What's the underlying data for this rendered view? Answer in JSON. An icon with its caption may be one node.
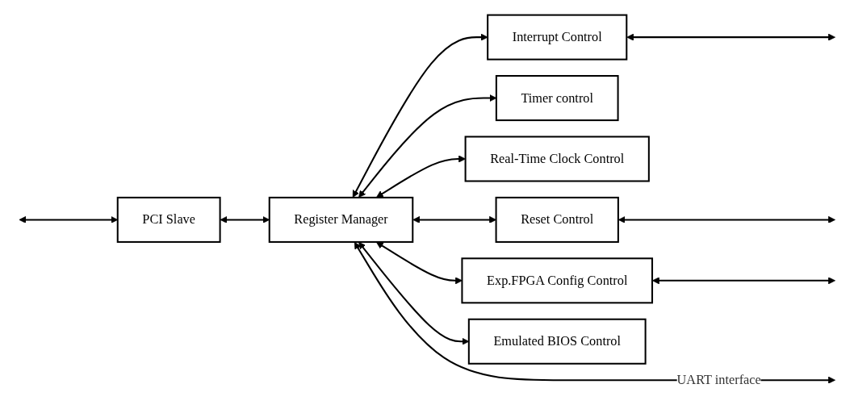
{
  "diagram": {
    "nodes": [
      {
        "text": [
          "PCI Slave"
        ]
      },
      {
        "text": [
          "Register Manager"
        ]
      },
      {
        "text": [
          "Interrupt Control"
        ]
      },
      {
        "text": [
          "Timer control"
        ]
      },
      {
        "text": [
          "Real-Time Clock Control"
        ]
      },
      {
        "text": [
          "Reset Control"
        ]
      },
      {
        "text": [
          "Exp.FPGA Config Control"
        ]
      },
      {
        "text": [
          "Emulated BIOS Control"
        ]
      }
    ],
    "edges": [
      {
        "from": null,
        "to": 0,
        "arrow": "both"
      },
      {
        "from": 0,
        "to": 1,
        "arrow": "both"
      },
      {
        "from": 1,
        "to": 2,
        "arrow": "both"
      },
      {
        "from": 1,
        "to": 3,
        "arrow": "both"
      },
      {
        "from": 1,
        "to": 4,
        "arrow": "both"
      },
      {
        "from": 1,
        "to": 5,
        "arrow": "both"
      },
      {
        "from": 1,
        "to": 6,
        "arrow": "both"
      },
      {
        "from": 1,
        "to": 7,
        "arrow": "both"
      },
      {
        "from": 2,
        "to": null,
        "arrow": "both"
      },
      {
        "from": 5,
        "to": null,
        "arrow": "both"
      },
      {
        "from": 6,
        "to": null,
        "arrow": "both"
      },
      {
        "from": 1,
        "to": null,
        "arrow": "both",
        "label": "UART interface"
      }
    ]
  }
}
